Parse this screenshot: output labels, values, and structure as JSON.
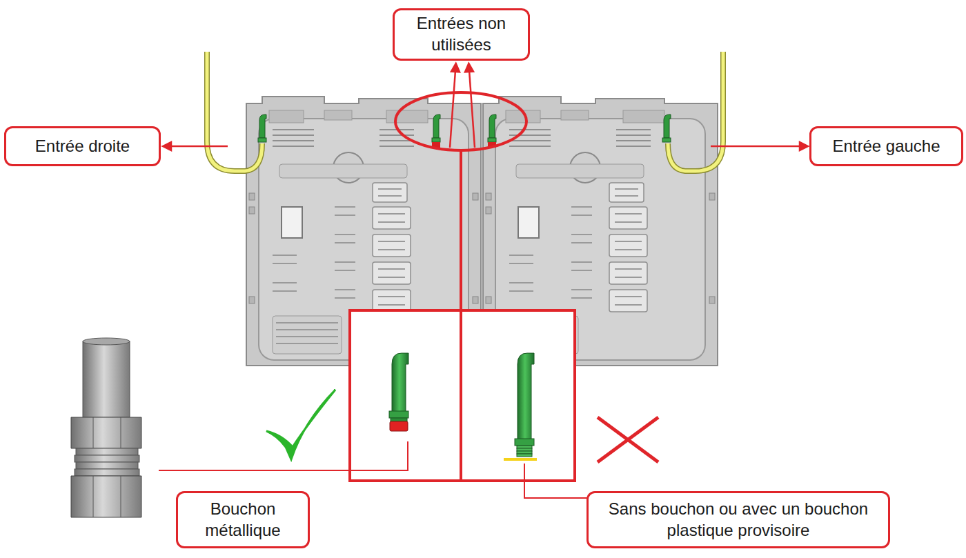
{
  "diagram": {
    "nodes": [
      {
        "text": [
          "Entrées non utilisées"
        ]
      },
      {
        "text": [
          "Entrée droite"
        ]
      },
      {
        "text": [
          "Entrée gauche"
        ]
      },
      {
        "text": [
          "Bouchon métallique"
        ]
      },
      {
        "text": [
          "Sans bouchon ou avec un bouchon plastique provisoire"
        ]
      }
    ]
  }
}
